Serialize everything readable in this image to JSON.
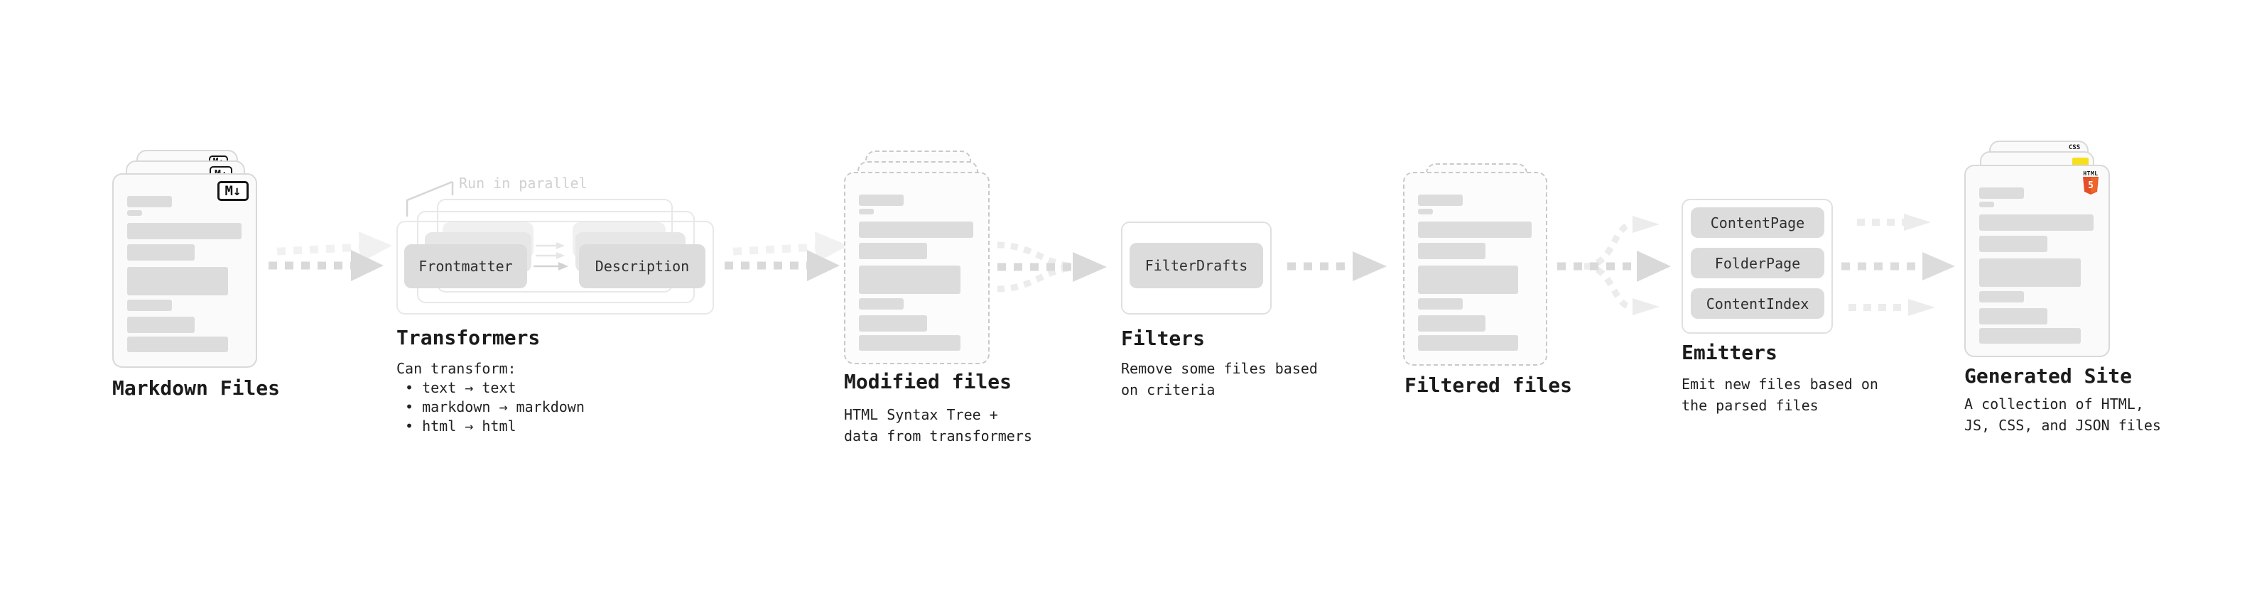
{
  "stages": {
    "markdown_files": {
      "label": "Markdown Files",
      "file_badge": "M↓"
    },
    "transformers": {
      "label": "Transformers",
      "annotation": "Run in parallel",
      "buttons": [
        "Frontmatter",
        "Description"
      ],
      "description": [
        "Can transform:",
        "• text → text",
        "• markdown → markdown",
        "• html → html"
      ]
    },
    "modified_files": {
      "label": "Modified files",
      "description": [
        "HTML Syntax Tree +",
        "data from transformers"
      ]
    },
    "filters": {
      "label": "Filters",
      "buttons": [
        "FilterDrafts"
      ],
      "description": [
        "Remove some files based",
        "on criteria"
      ]
    },
    "filtered_files": {
      "label": "Filtered files"
    },
    "emitters": {
      "label": "Emitters",
      "buttons": [
        "ContentPage",
        "FolderPage",
        "ContentIndex"
      ],
      "description": [
        "Emit new files based on",
        "the parsed files"
      ]
    },
    "generated_site": {
      "label": "Generated Site",
      "description": [
        "A collection of HTML,",
        "JS, CSS, and JSON files"
      ],
      "css_badge": "CSS",
      "html5_badge": {
        "word": "HTML",
        "digit": "5"
      }
    }
  },
  "colors": {
    "html5_orange": "#e34f26",
    "css_blue": "#2965f1",
    "js_yellow": "#f7df1e",
    "arrow": "#d9d9d9",
    "arrow_light": "#efefef"
  }
}
